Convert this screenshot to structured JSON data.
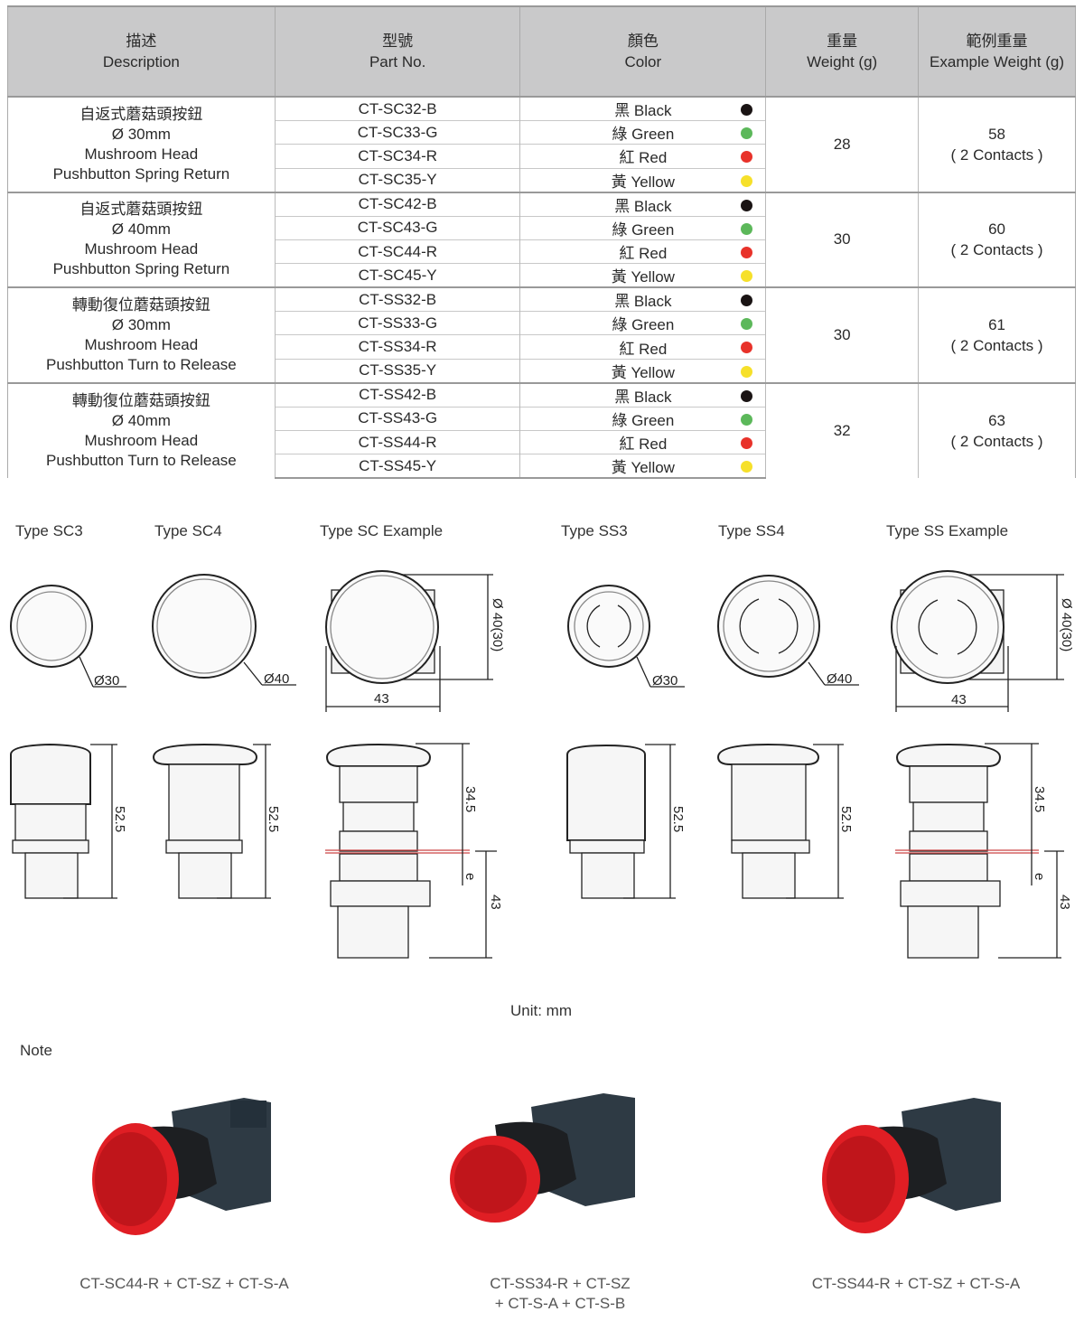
{
  "table": {
    "headers": [
      {
        "zh": "描述",
        "en": "Description"
      },
      {
        "zh": "型號",
        "en": "Part No."
      },
      {
        "zh": "顏色",
        "en": "Color"
      },
      {
        "zh": "重量",
        "en": "Weight (g)"
      },
      {
        "zh": "範例重量",
        "en": "Example Weight (g)"
      }
    ],
    "colors": [
      {
        "label": "黑 Black",
        "hex": "#1a1414"
      },
      {
        "label": "綠 Green",
        "hex": "#5cb85a"
      },
      {
        "label": "紅 Red",
        "hex": "#e8322a"
      },
      {
        "label": "黃 Yellow",
        "hex": "#f6e02a"
      }
    ],
    "groups": [
      {
        "desc": [
          "自返式蘑菇頭按鈕",
          "Ø 30mm",
          "Mushroom Head",
          "Pushbutton Spring Return"
        ],
        "parts": [
          "CT-SC32-B",
          "CT-SC33-G",
          "CT-SC34-R",
          "CT-SC35-Y"
        ],
        "weight": "28",
        "example_weight": "58",
        "example_note": "( 2 Contacts )"
      },
      {
        "desc": [
          "自返式蘑菇頭按鈕",
          "Ø 40mm",
          "Mushroom Head",
          "Pushbutton Spring Return"
        ],
        "parts": [
          "CT-SC42-B",
          "CT-SC43-G",
          "CT-SC44-R",
          "CT-SC45-Y"
        ],
        "weight": "30",
        "example_weight": "60",
        "example_note": "( 2 Contacts )"
      },
      {
        "desc": [
          "轉動復位蘑菇頭按鈕",
          "Ø 30mm",
          "Mushroom Head",
          "Pushbutton Turn to Release"
        ],
        "parts": [
          "CT-SS32-B",
          "CT-SS33-G",
          "CT-SS34-R",
          "CT-SS35-Y"
        ],
        "weight": "30",
        "example_weight": "61",
        "example_note": "( 2 Contacts )"
      },
      {
        "desc": [
          "轉動復位蘑菇頭按鈕",
          "Ø 40mm",
          "Mushroom Head",
          "Pushbutton Turn to Release"
        ],
        "parts": [
          "CT-SS42-B",
          "CT-SS43-G",
          "CT-SS44-R",
          "CT-SS45-Y"
        ],
        "weight": "32",
        "example_weight": "63",
        "example_note": "( 2 Contacts )"
      }
    ]
  },
  "drawings": {
    "titles": [
      "Type SC3",
      "Type SC4",
      "Type SC Example",
      "Type SS3",
      "Type SS4",
      "Type SS Example"
    ],
    "dims": {
      "d30": "Ø30",
      "d40": "Ø40",
      "d40_30": "Ø 40(30)",
      "w43": "43",
      "h52_5": "52.5",
      "h34_5": "34.5",
      "e": "e",
      "h43": "43"
    },
    "unit": "Unit: mm"
  },
  "note": {
    "title": "Note",
    "examples": [
      {
        "line1": "CT-SC44-R + CT-SZ + CT-S-A",
        "line2": ""
      },
      {
        "line1": "CT-SS34-R + CT-SZ",
        "line2": "+ CT-S-A + CT-S-B"
      },
      {
        "line1": "CT-SS44-R + CT-SZ + CT-S-A",
        "line2": ""
      }
    ]
  }
}
